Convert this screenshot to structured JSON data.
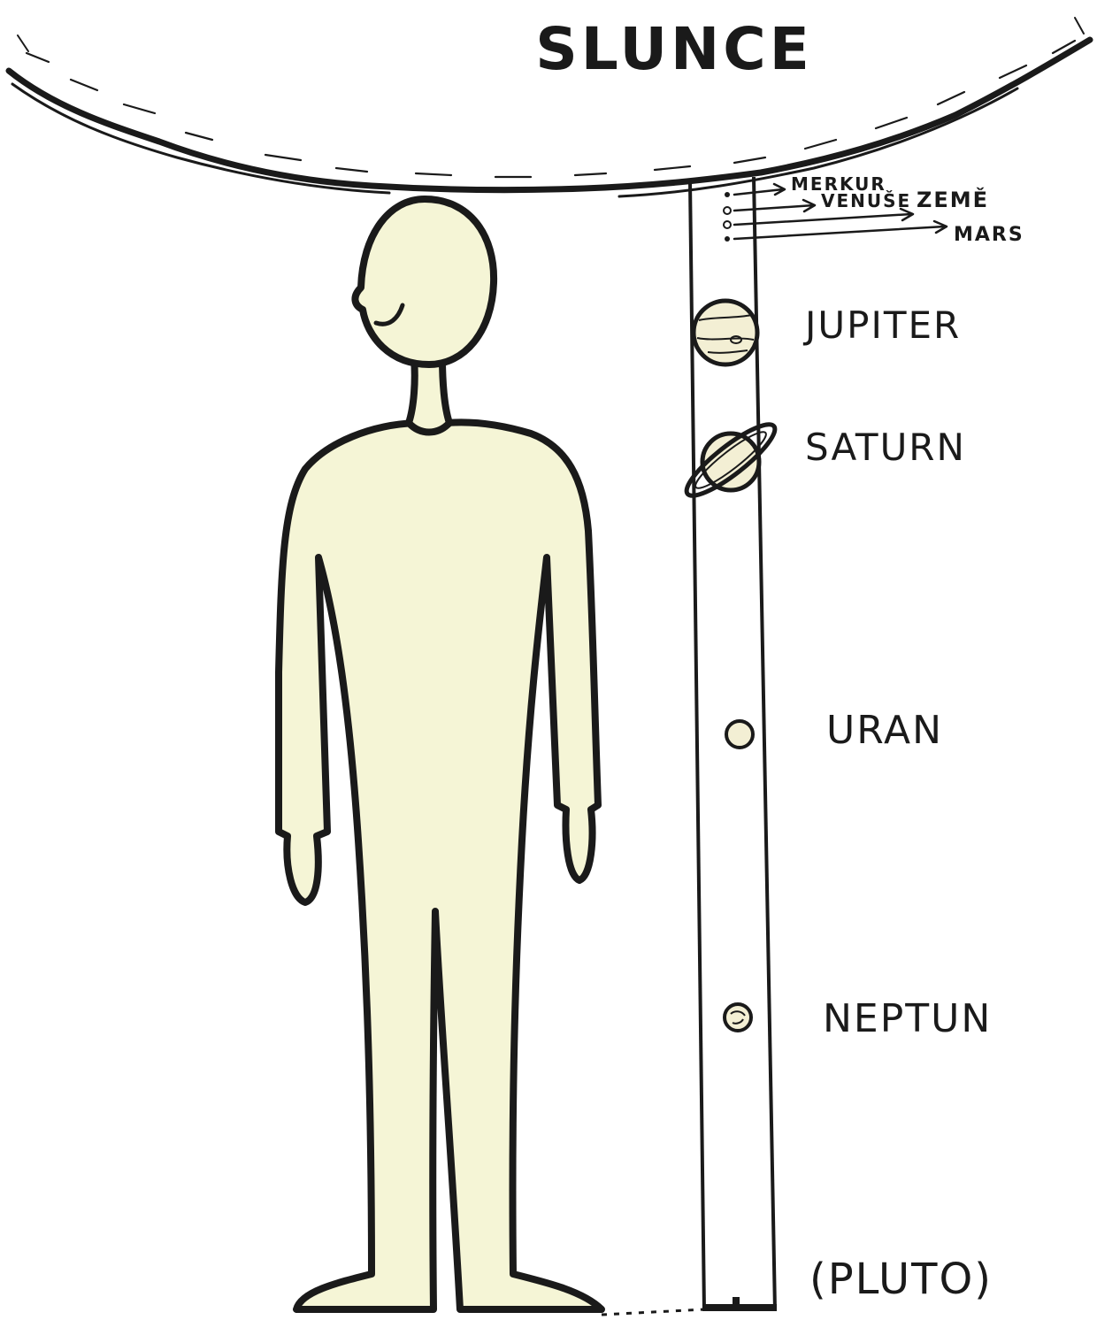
{
  "title": "SLUNCE",
  "planets": [
    {
      "id": "merkur",
      "label": "MERKUR"
    },
    {
      "id": "venuse",
      "label": "VENUŠE"
    },
    {
      "id": "zeme",
      "label": "ZEMĚ"
    },
    {
      "id": "mars",
      "label": "MARS"
    },
    {
      "id": "jupiter",
      "label": "JUPITER"
    },
    {
      "id": "saturn",
      "label": "SATURN"
    },
    {
      "id": "uran",
      "label": "URAN"
    },
    {
      "id": "neptun",
      "label": "NEPTUN"
    },
    {
      "id": "pluto",
      "label": "(PLUTO)"
    }
  ],
  "colors": {
    "ink": "#1a1a1a",
    "figure_fill": "#f5f5d6",
    "planet_fill": "#f3efd4",
    "background": "#ffffff"
  }
}
